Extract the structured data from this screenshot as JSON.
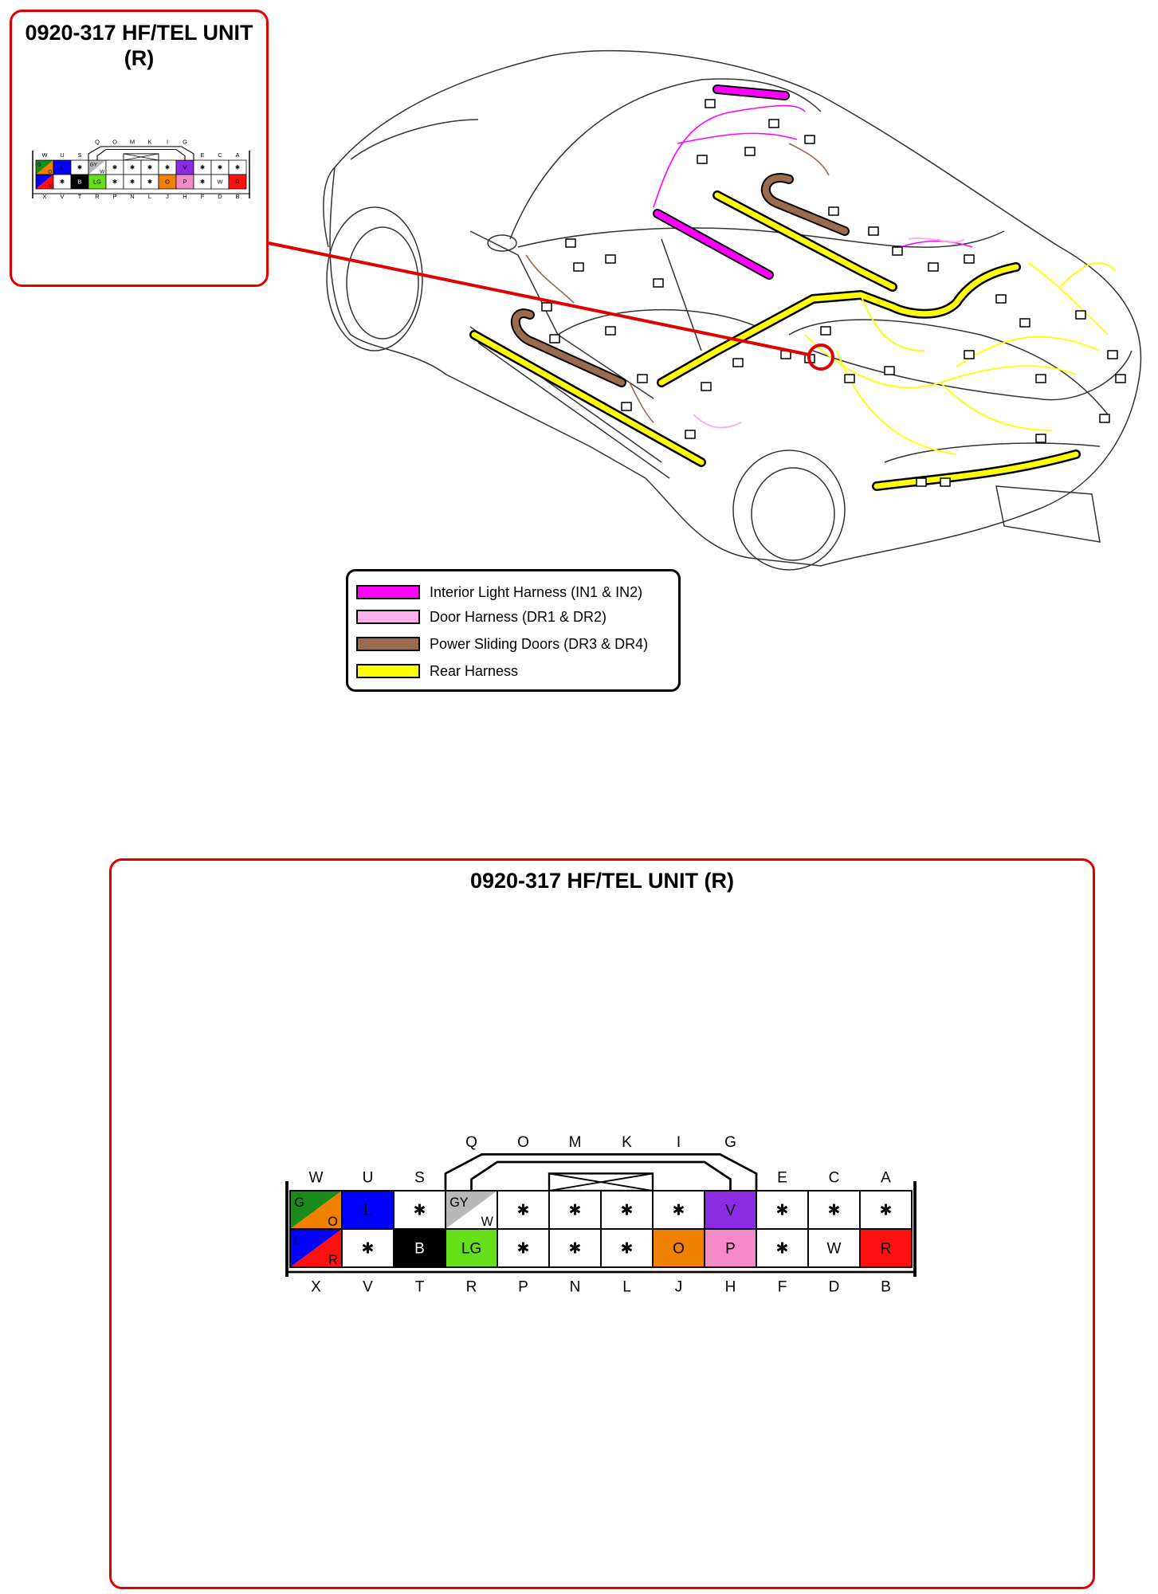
{
  "connector_title": "0920-317 HF/TEL UNIT (R)",
  "thumb_title_line1": "0920-317 HF/TEL UNIT",
  "thumb_title_line2": "(R)",
  "top_pin_letters": [
    "Q",
    "O",
    "M",
    "K",
    "I",
    "G"
  ],
  "upper_row_letters": [
    "W",
    "U",
    "S",
    "E",
    "C",
    "A"
  ],
  "bottom_row_letters": [
    "X",
    "V",
    "T",
    "R",
    "P",
    "N",
    "L",
    "J",
    "H",
    "F",
    "D",
    "B"
  ],
  "upper_row_cells": [
    {
      "pin": "W",
      "type": "split",
      "label_a": "G",
      "label_b": "O",
      "color_a": "#1a8a1a",
      "color_b": "#f08000"
    },
    {
      "pin": "U",
      "type": "solid",
      "label": "L",
      "color": "#0000ff",
      "text_color": "#000000"
    },
    {
      "pin": "S",
      "type": "solid",
      "label": "✱",
      "color": "#ffffff",
      "text_color": "#000000"
    },
    {
      "pin": "Q",
      "type": "split",
      "label_a": "GY",
      "label_b": "W",
      "color_a": "#b8b8b8",
      "color_b": "#ffffff"
    },
    {
      "pin": "O",
      "type": "solid",
      "label": "✱",
      "color": "#ffffff",
      "text_color": "#000000"
    },
    {
      "pin": "M",
      "type": "solid",
      "label": "✱",
      "color": "#ffffff",
      "text_color": "#000000"
    },
    {
      "pin": "K",
      "type": "solid",
      "label": "✱",
      "color": "#ffffff",
      "text_color": "#000000"
    },
    {
      "pin": "I",
      "type": "solid",
      "label": "✱",
      "color": "#ffffff",
      "text_color": "#000000"
    },
    {
      "pin": "G",
      "type": "solid",
      "label": "V",
      "color": "#8b2be2",
      "text_color": "#000000"
    },
    {
      "pin": "E",
      "type": "solid",
      "label": "✱",
      "color": "#ffffff",
      "text_color": "#000000"
    },
    {
      "pin": "C",
      "type": "solid",
      "label": "✱",
      "color": "#ffffff",
      "text_color": "#000000"
    },
    {
      "pin": "A",
      "type": "solid",
      "label": "✱",
      "color": "#ffffff",
      "text_color": "#000000"
    }
  ],
  "lower_row_cells": [
    {
      "pin": "X",
      "type": "split",
      "label_a": "L",
      "label_b": "R",
      "color_a": "#0000ff",
      "color_b": "#ff1010"
    },
    {
      "pin": "V",
      "type": "solid",
      "label": "✱",
      "color": "#ffffff",
      "text_color": "#000000"
    },
    {
      "pin": "T",
      "type": "solid",
      "label": "B",
      "color": "#000000",
      "text_color": "#ffffff"
    },
    {
      "pin": "R",
      "type": "solid",
      "label": "LG",
      "color": "#66e01a",
      "text_color": "#000000"
    },
    {
      "pin": "P",
      "type": "solid",
      "label": "✱",
      "color": "#ffffff",
      "text_color": "#000000"
    },
    {
      "pin": "N",
      "type": "solid",
      "label": "✱",
      "color": "#ffffff",
      "text_color": "#000000"
    },
    {
      "pin": "L",
      "type": "solid",
      "label": "✱",
      "color": "#ffffff",
      "text_color": "#000000"
    },
    {
      "pin": "J",
      "type": "solid",
      "label": "O",
      "color": "#f08000",
      "text_color": "#000000"
    },
    {
      "pin": "H",
      "type": "solid",
      "label": "P",
      "color": "#f58ac8",
      "text_color": "#000000"
    },
    {
      "pin": "F",
      "type": "solid",
      "label": "✱",
      "color": "#ffffff",
      "text_color": "#000000"
    },
    {
      "pin": "D",
      "type": "solid",
      "label": "W",
      "color": "#ffffff",
      "text_color": "#000000"
    },
    {
      "pin": "B",
      "type": "solid",
      "label": "R",
      "color": "#ff1010",
      "text_color": "#000000"
    }
  ],
  "legend": [
    {
      "label": "Interior Light Harness (IN1 & IN2)",
      "color": "#ff00ff"
    },
    {
      "label": "Door Harness (DR1 & DR2)",
      "color": "#ffb0e6"
    },
    {
      "label": "Power Sliding Doors (DR3 & DR4)",
      "color": "#9a6b4c"
    },
    {
      "label": "Rear Harness",
      "color": "#ffff00"
    }
  ],
  "colors": {
    "frame_red": "#e00000",
    "harness_yellow": "#ffff00",
    "harness_magenta": "#ff00ff",
    "harness_pink": "#ffb0e6",
    "harness_brown": "#9a6b4c"
  }
}
